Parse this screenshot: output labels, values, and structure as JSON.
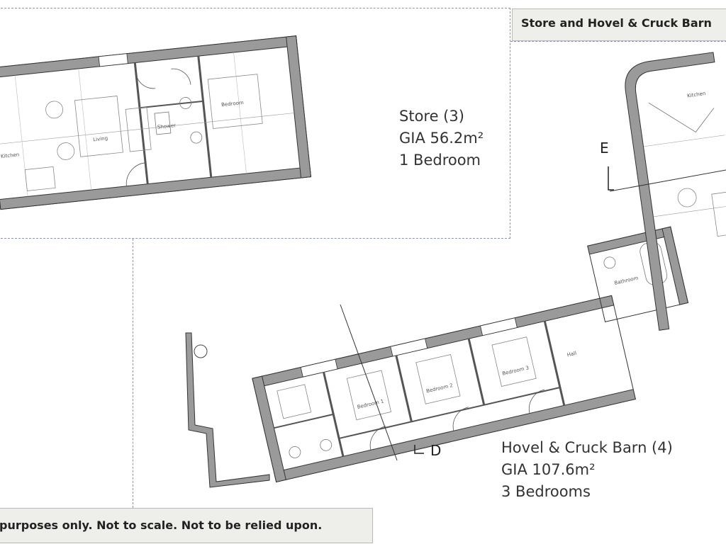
{
  "header": {
    "title": "Store and Hovel & Cruck Barn"
  },
  "footer": {
    "disclaimer": "purposes only. Not to scale. Not to be relied upon."
  },
  "store": {
    "name": "Store (3)",
    "area": "GIA 56.2m²",
    "bedrooms": "1 Bedroom",
    "rooms": [
      "Kitchen",
      "Living",
      "Shower",
      "Bedroom"
    ]
  },
  "hovel": {
    "name": "Hovel & Cruck Barn (4)",
    "area": "GIA 107.6m²",
    "bedrooms": "3 Bedrooms",
    "rooms": [
      "Bedroom 1",
      "Bedroom 2",
      "Bedroom 3",
      "Hall",
      "Bathroom",
      "Kitchen"
    ]
  },
  "sections": {
    "d": "D",
    "e": "E"
  },
  "colors": {
    "wall": "#9a9a9a",
    "wall_outline": "#333333",
    "panel_border": "#8a96b0",
    "box_fill": "#eeeeea"
  }
}
